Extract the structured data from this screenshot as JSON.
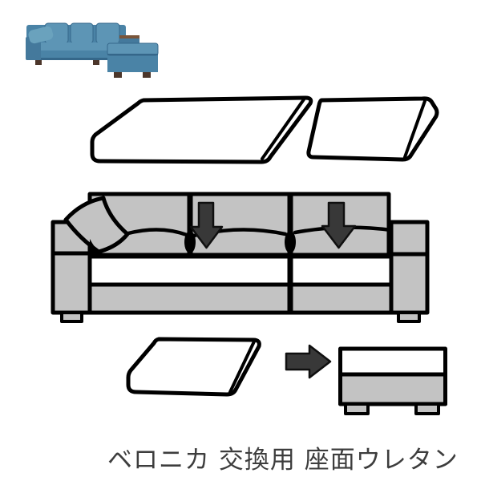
{
  "caption": {
    "text": "ベロニカ 交換用 座面ウレタン"
  },
  "colors": {
    "page_bg": "#ffffff",
    "outline": "#000000",
    "diagram_fill": "#c3c3c3",
    "arrow_fill": "#383838",
    "arrow_outline": "#0f0f0f",
    "text": "#3d3d3d",
    "photo_body": "#4a83a6",
    "photo_mid": "#44799c",
    "photo_light": "#5d95b5",
    "photo_lighter": "#6aa2bd",
    "photo_dark": "#35678a",
    "photo_foot": "#4c362a",
    "photo_wood": "#7a553a"
  },
  "icons": {
    "down_arrow": "▼ insert seat cushion into sofa",
    "right_arrow": "➜ cushion becomes ottoman seat"
  }
}
